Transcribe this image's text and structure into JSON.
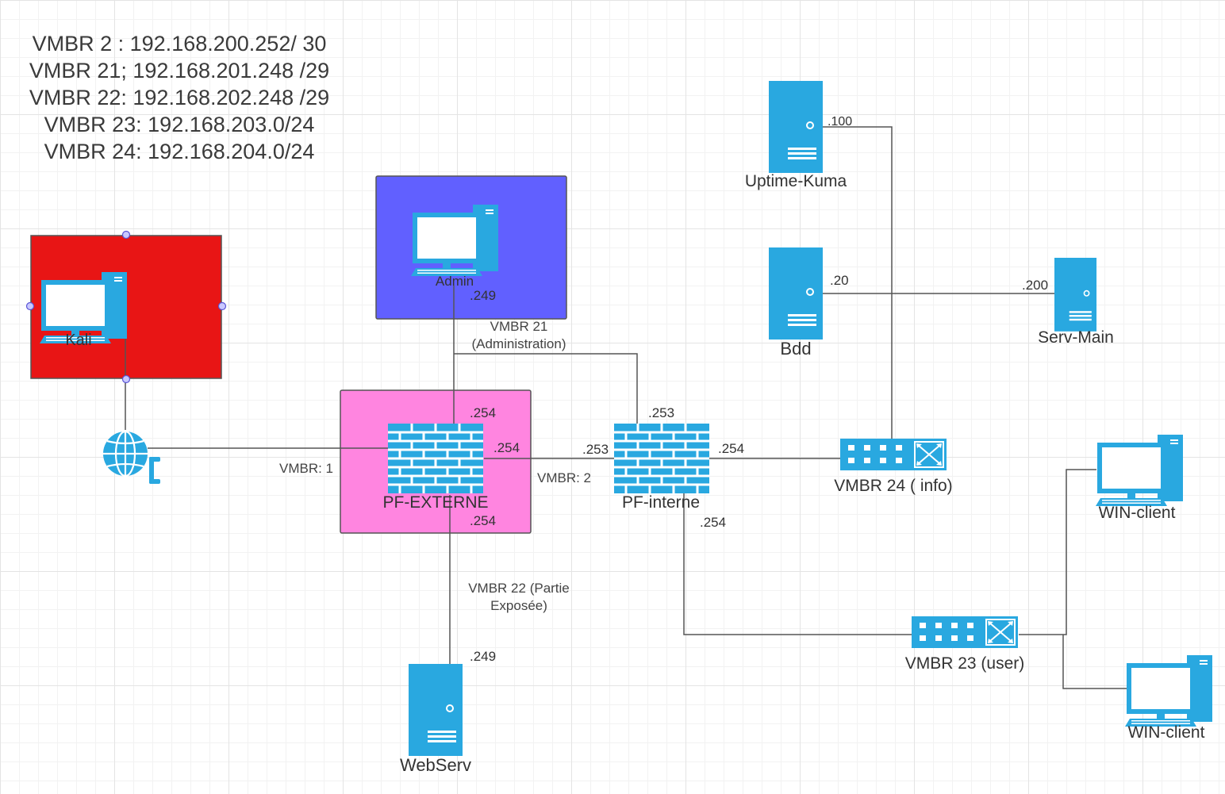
{
  "legend": [
    "VMBR 2 : 192.168.200.252/ 30",
    "VMBR 21; 192.168.201.248 /29",
    "VMBR 22: 192.168.202.248 /29",
    "VMBR 23: 192.168.203.0/24",
    "VMBR 24: 192.168.204.0/24"
  ],
  "colors": {
    "icon": "#29a8e0",
    "line": "#555555",
    "kali_box": "#e81515",
    "admin_box": "#6160ff",
    "pf_externe_box": "#ff85e0"
  },
  "nodes": {
    "kali": {
      "label": "Kali",
      "icon": "desktop-icon"
    },
    "admin": {
      "label": "Admin",
      "icon": "desktop-icon"
    },
    "internet": {
      "icon": "globe-icon"
    },
    "pf_externe": {
      "label": "PF-EXTERNE",
      "icon": "firewall-icon"
    },
    "pf_interne": {
      "label": "PF-interne",
      "icon": "firewall-icon"
    },
    "webserv": {
      "label": "WebServ",
      "icon": "server-icon"
    },
    "uptime_kuma": {
      "label": "Uptime-Kuma",
      "icon": "server-icon"
    },
    "bdd": {
      "label": "Bdd",
      "icon": "server-icon"
    },
    "serv_main": {
      "label": "Serv-Main",
      "icon": "server-icon"
    },
    "vmbr24_switch": {
      "label": "VMBR 24 ( info)",
      "icon": "switch-icon"
    },
    "vmbr23_switch": {
      "label": "VMBR 23 (user)",
      "icon": "switch-icon"
    },
    "win_client_1": {
      "label": "WIN-client",
      "icon": "desktop-icon"
    },
    "win_client_2": {
      "label": "WIN-client",
      "icon": "desktop-icon"
    }
  },
  "links": {
    "vmbr1": "VMBR: 1",
    "vmbr2": "VMBR: 2",
    "vmbr21_l1": "VMBR 21",
    "vmbr21_l2": "(Administration)",
    "vmbr22_l1": "VMBR 22 (Partie",
    "vmbr22_l2": "Exposée)"
  },
  "addresses": {
    "admin": ".249",
    "pfext_top": ".254",
    "pfext_right": ".254",
    "pfext_bottom": ".254",
    "webserv": ".249",
    "pfint_left": ".253",
    "pfint_top": ".253",
    "pfint_right": ".254",
    "pfint_bottom": ".254",
    "uptime": ".100",
    "bdd": ".20",
    "servmain": ".200"
  }
}
